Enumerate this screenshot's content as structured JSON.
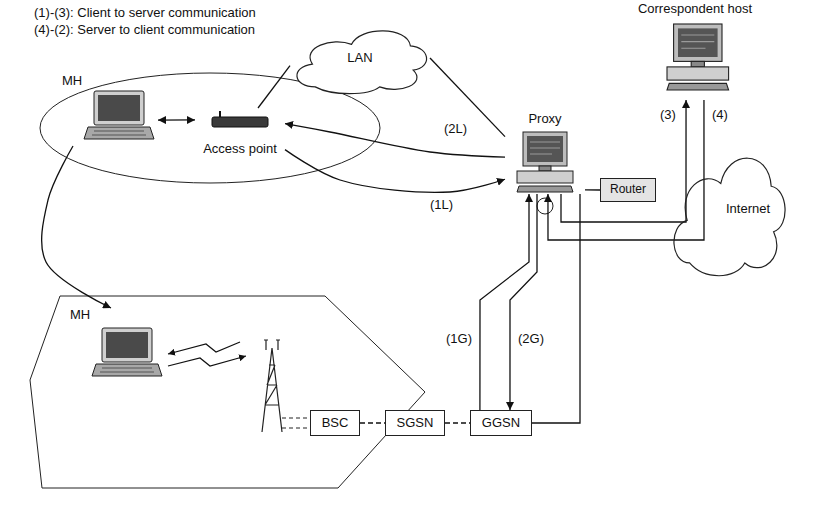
{
  "diagram": {
    "nodes": [
      {
        "text": [
          "Correspondent host"
        ]
      },
      {
        "text": [
          "LAN"
        ]
      },
      {
        "text": [
          "MH"
        ]
      },
      {
        "text": [
          "Access point"
        ]
      },
      {
        "text": [
          "Internet"
        ]
      },
      {
        "text": [
          "Proxy"
        ]
      },
      {
        "text": [
          "Router"
        ]
      },
      {
        "text": [
          "MH"
        ]
      },
      {
        "text": [
          "BSC"
        ]
      },
      {
        "text": [
          "SGSN"
        ]
      },
      {
        "text": [
          "GGSN"
        ]
      }
    ],
    "edges": [
      {
        "from": 2,
        "to": 3,
        "arrow": "both"
      },
      {
        "from": 3,
        "to": 1,
        "arrow": "none"
      },
      {
        "from": 1,
        "to": 5,
        "arrow": "none"
      },
      {
        "from": 3,
        "to": 5,
        "label": "(1L)",
        "arrow": "to"
      },
      {
        "from": 5,
        "to": 3,
        "label": "(2L)",
        "arrow": "to"
      },
      {
        "from": 5,
        "to": 0,
        "label": "(3)",
        "arrow": "to"
      },
      {
        "from": 0,
        "to": 5,
        "label": "(4)",
        "arrow": "to"
      },
      {
        "from": 5,
        "to": 6,
        "arrow": "none"
      },
      {
        "from": 2,
        "to": 7,
        "arrow": "to"
      },
      {
        "from": 8,
        "to": 9,
        "arrow": "none"
      },
      {
        "from": 9,
        "to": 10,
        "arrow": "none"
      },
      {
        "from": 10,
        "to": 5,
        "arrow": "none"
      },
      {
        "from": 10,
        "to": 5,
        "label": "(1G)",
        "arrow": "to"
      },
      {
        "from": 5,
        "to": 10,
        "label": "(2G)",
        "arrow": "to"
      }
    ],
    "labels": [
      "(1)-(3): Client to server communication",
      "(4)-(2): Server to client communication"
    ]
  }
}
